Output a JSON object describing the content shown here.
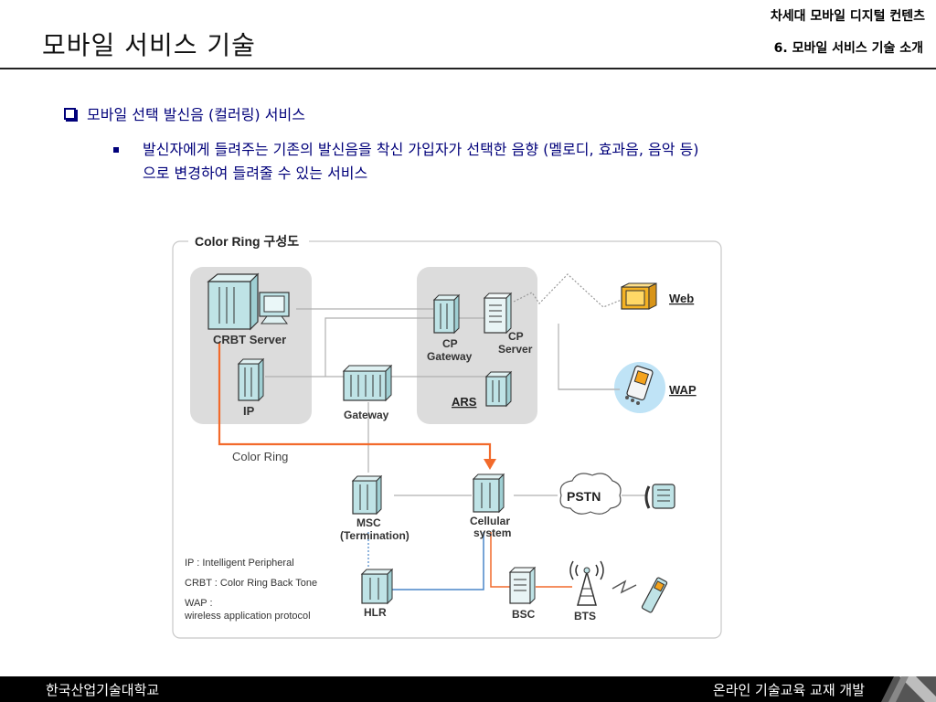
{
  "header": {
    "title": "모바일 서비스 기술",
    "top_right": "차세대 모바일 디지털 컨텐츠",
    "section": "6. 모바일 서비스 기술 소개"
  },
  "content": {
    "bullet1": "모바일 선택 발신음 (컬러링) 서비스",
    "bullet2_line1": "발신자에게 들려주는 기존의 발신음을 착신 가입자가 선택한 음향 (멜로디, 효과음, 음악 등)",
    "bullet2_line2": "으로 변경하여 들려줄 수 있는 서비스"
  },
  "diagram": {
    "title": "Color Ring 구성도",
    "nodes": {
      "crbt": "CRBT Server",
      "ip": "IP",
      "gateway": "Gateway",
      "cp_gateway_1": "CP",
      "cp_gateway_2": "Gateway",
      "cp_server_1": "CP",
      "cp_server_2": "Server",
      "ars": "ARS",
      "web": "Web",
      "wap": "WAP",
      "msc_1": "MSC",
      "msc_2": "(Termination)",
      "cellular_1": "Cellular",
      "cellular_2": "system",
      "pstn": "PSTN",
      "hlr": "HLR",
      "bsc": "BSC",
      "bts": "BTS"
    },
    "color_ring_label": "Color Ring",
    "legend": {
      "ip": "IP : Intelligent Peripheral",
      "crbt": "CRBT : Color Ring Back Tone",
      "wap_1": "WAP :",
      "wap_2": "wireless application protocol"
    },
    "colors": {
      "orange": "#f26a2b",
      "blue": "#4a86c8",
      "teal": "#bfe3e6",
      "panel": "#dcdcdc"
    }
  },
  "footer": {
    "left": "한국산업기술대학교",
    "right": "온라인 기술교육 교재 개발"
  }
}
